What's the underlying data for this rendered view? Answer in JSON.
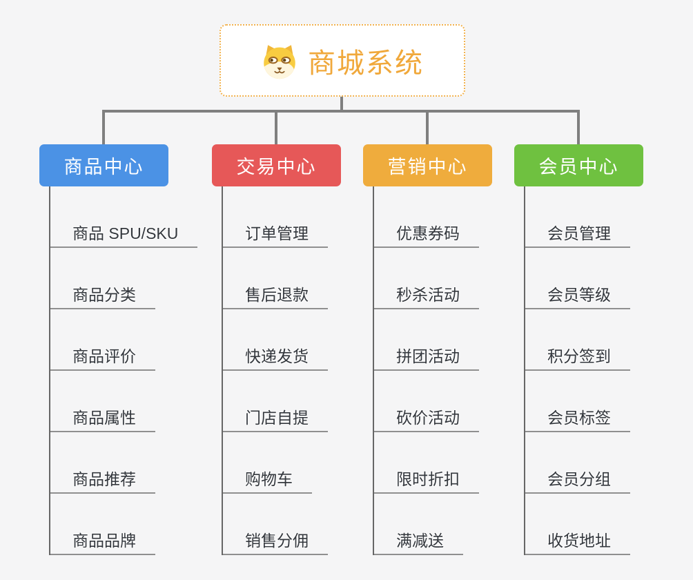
{
  "root": {
    "label": "商城系统",
    "icon": "shiba-dog-icon",
    "text_color": "#f0a83b",
    "border_color": "#f2b24e"
  },
  "branches": [
    {
      "id": "product-center",
      "label": "商品中心",
      "color": "#4b92e5",
      "children": [
        "商品 SPU/SKU",
        "商品分类",
        "商品评价",
        "商品属性",
        "商品推荐",
        "商品品牌"
      ]
    },
    {
      "id": "trade-center",
      "label": "交易中心",
      "color": "#e65858",
      "children": [
        "订单管理",
        "售后退款",
        "快递发货",
        "门店自提",
        "购物车",
        "销售分佣"
      ]
    },
    {
      "id": "marketing-center",
      "label": "营销中心",
      "color": "#efac3d",
      "children": [
        "优惠券码",
        "秒杀活动",
        "拼团活动",
        "砍价活动",
        "限时折扣",
        "满减送"
      ]
    },
    {
      "id": "member-center",
      "label": "会员中心",
      "color": "#6fc140",
      "children": [
        "会员管理",
        "会员等级",
        "积分签到",
        "会员标签",
        "会员分组",
        "收货地址"
      ]
    }
  ],
  "colors": {
    "background": "#f5f5f6",
    "connector": "#7f7f7f",
    "trunk": "#666666",
    "underline": "#8f8f8f",
    "leaf_text": "#33373d"
  }
}
